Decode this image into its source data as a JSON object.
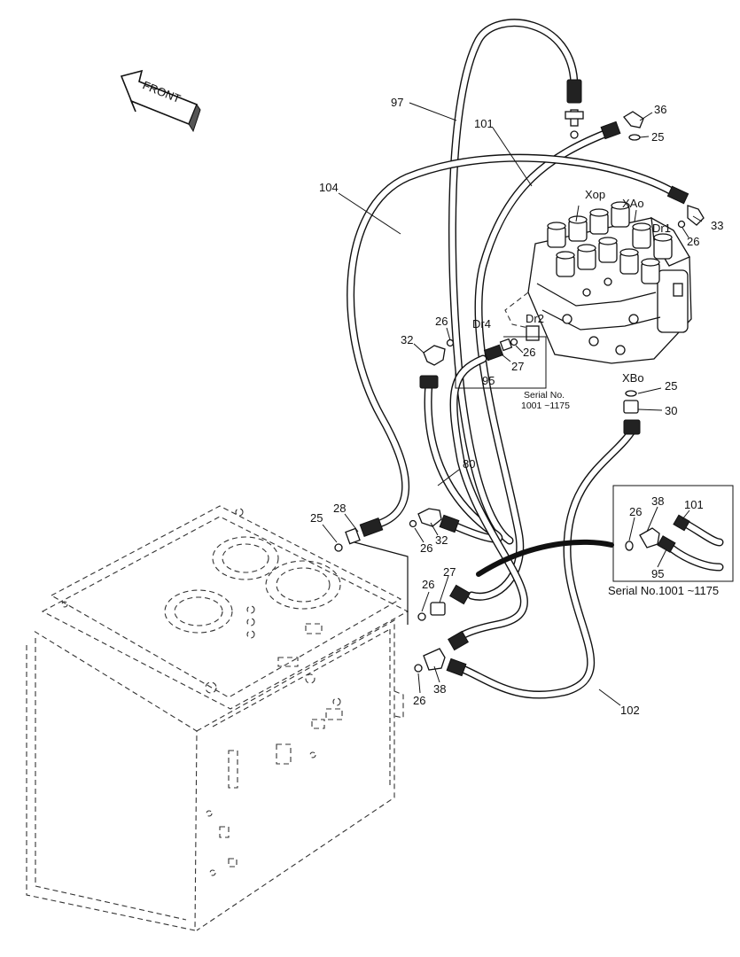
{
  "direction_label": "FRONT",
  "port_labels": [
    "Xop",
    "XAo",
    "Dr1",
    "Dr4",
    "Dr2",
    "XBo"
  ],
  "part_labels": {
    "p97": "97",
    "p101": "101",
    "p36": "36",
    "p25a": "25",
    "p104": "104",
    "p33": "33",
    "p26a": "26",
    "p26b": "26",
    "p32a": "32",
    "p26c": "26",
    "p27a": "27",
    "p95a": "95",
    "p25b": "25",
    "p30": "30",
    "p80": "80",
    "p28": "28",
    "p25c": "25",
    "p26d": "26",
    "p32b": "32",
    "p27b": "27",
    "p26e": "26",
    "p38a": "38",
    "p26f": "26",
    "p102": "102",
    "p26g": "26",
    "p38b": "38",
    "p101b": "101",
    "p95b": "95"
  },
  "serial_note_1": [
    "Serial No.",
    "1001 ~1175"
  ],
  "serial_note_2": "Serial No.1001 ~1175"
}
